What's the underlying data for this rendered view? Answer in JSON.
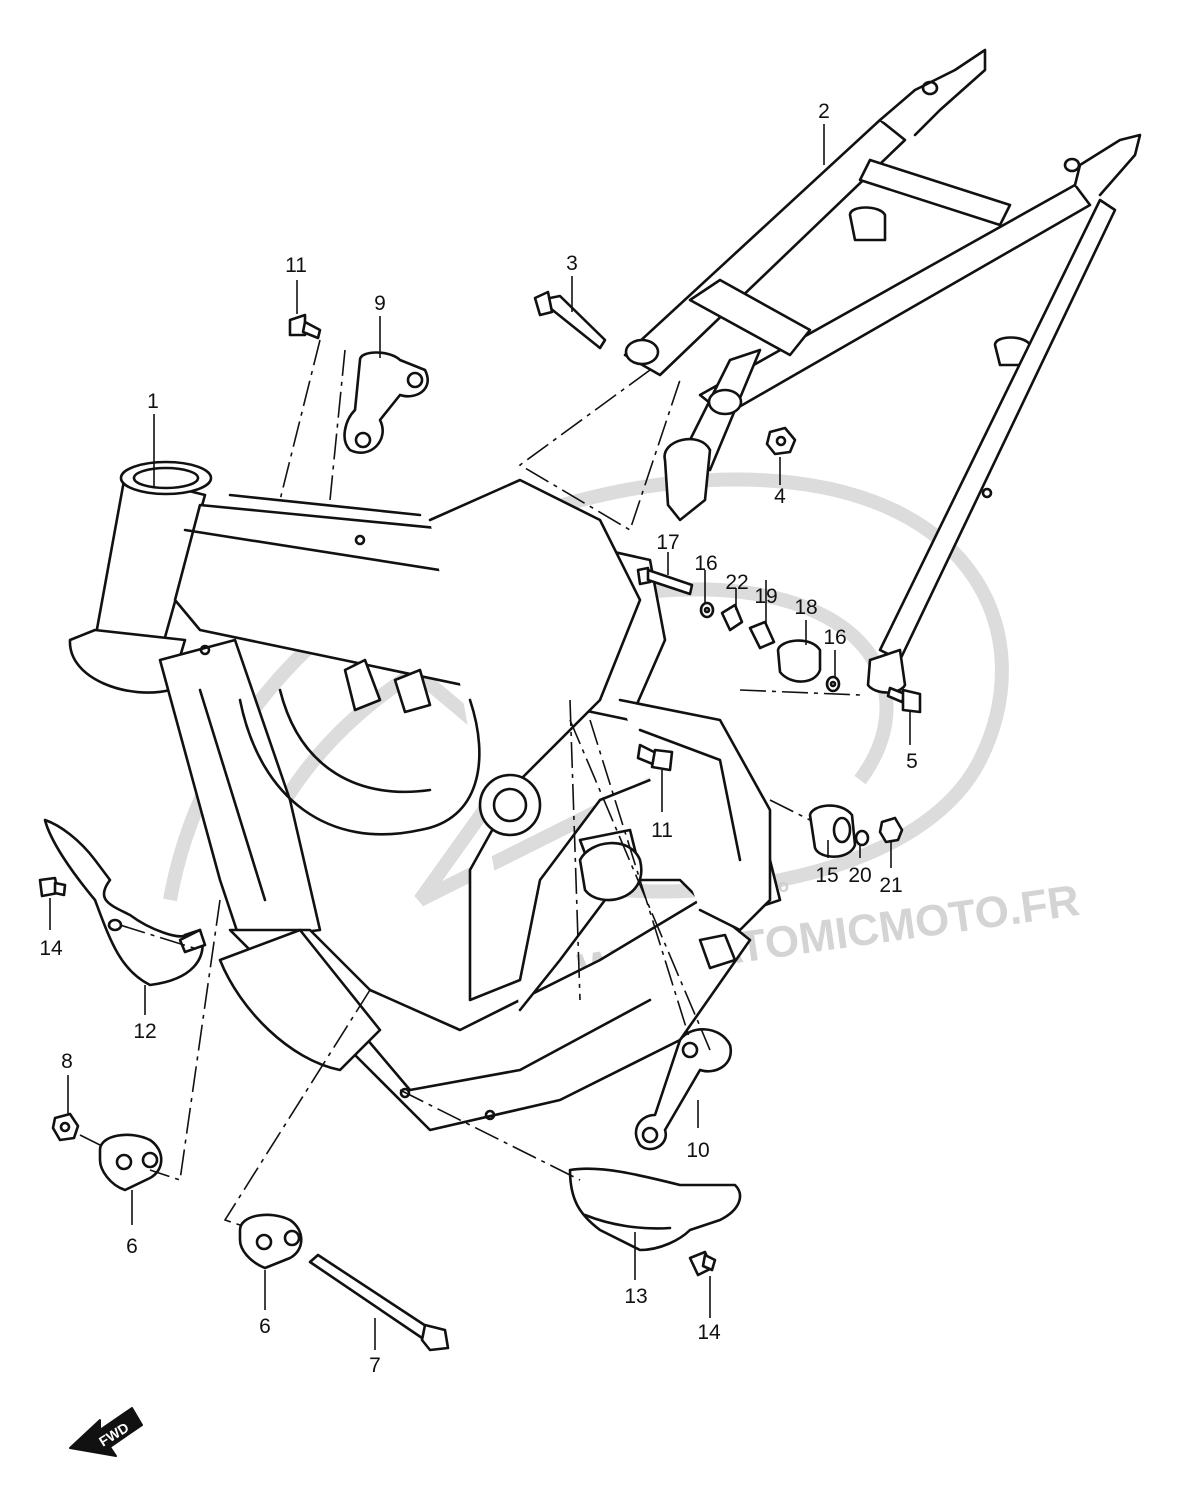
{
  "watermark": {
    "url_text": "WWW.ATOMICMOTO.FR",
    "small_text": "moto"
  },
  "fwd_label": "FWD",
  "callouts": [
    {
      "id": "c1",
      "label": "1"
    },
    {
      "id": "c2",
      "label": "2"
    },
    {
      "id": "c3",
      "label": "3"
    },
    {
      "id": "c4",
      "label": "4"
    },
    {
      "id": "c5",
      "label": "5"
    },
    {
      "id": "c6a",
      "label": "6"
    },
    {
      "id": "c6b",
      "label": "6"
    },
    {
      "id": "c7",
      "label": "7"
    },
    {
      "id": "c8",
      "label": "8"
    },
    {
      "id": "c9",
      "label": "9"
    },
    {
      "id": "c10",
      "label": "10"
    },
    {
      "id": "c11a",
      "label": "11"
    },
    {
      "id": "c11b",
      "label": "11"
    },
    {
      "id": "c12",
      "label": "12"
    },
    {
      "id": "c13",
      "label": "13"
    },
    {
      "id": "c14a",
      "label": "14"
    },
    {
      "id": "c14b",
      "label": "14"
    },
    {
      "id": "c15",
      "label": "15"
    },
    {
      "id": "c16a",
      "label": "16"
    },
    {
      "id": "c16b",
      "label": "16"
    },
    {
      "id": "c17",
      "label": "17"
    },
    {
      "id": "c18",
      "label": "18"
    },
    {
      "id": "c19",
      "label": "19"
    },
    {
      "id": "c20",
      "label": "20"
    },
    {
      "id": "c21",
      "label": "21"
    },
    {
      "id": "c22",
      "label": "22"
    }
  ]
}
